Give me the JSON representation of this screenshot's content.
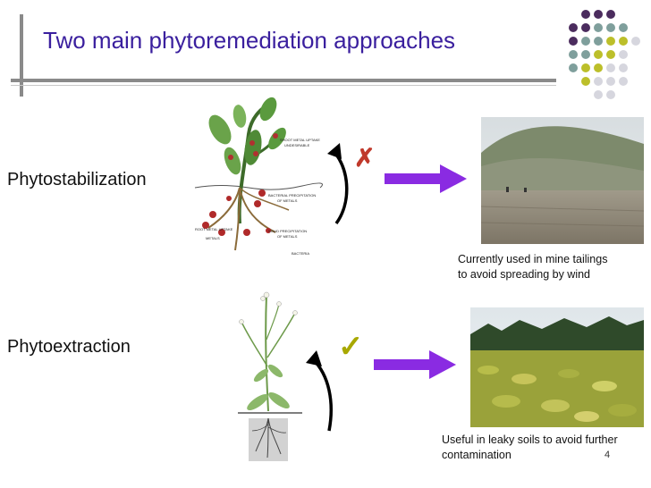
{
  "slide": {
    "title": "Two main phytoremediation approaches",
    "page_number": "4"
  },
  "rows": [
    {
      "label": "Phytostabilization",
      "mark": "✗",
      "mark_icon": "cross-icon",
      "mark_color": "#c0392b",
      "caption_line1": "Currently used in mine tailings",
      "caption_line2": "to avoid spreading by wind",
      "diagram_labels": [
        "SHOOT METAL UPTAKE",
        "UNDESIRABLE",
        "BACTERIAL PRECIPITATION",
        "OF METALS",
        "ROOT METAL UPTAKE",
        "SOLID PRECIPITATION",
        "OF METALS",
        "METALS",
        "BACTERIA"
      ]
    },
    {
      "label": "Phytoextraction",
      "mark": "✓",
      "mark_icon": "check-icon",
      "mark_color": "#a8a800",
      "caption_line1": "Useful in leaky soils to avoid further",
      "caption_line2": "contamination"
    }
  ],
  "colors": {
    "title": "#3a1f9e",
    "arrow": "#8a2be2",
    "dot_purple": "#4b2c5e",
    "dot_teal": "#7f9f9c",
    "dot_olive": "#bcbf2a",
    "dot_gray": "#d6d6de"
  }
}
